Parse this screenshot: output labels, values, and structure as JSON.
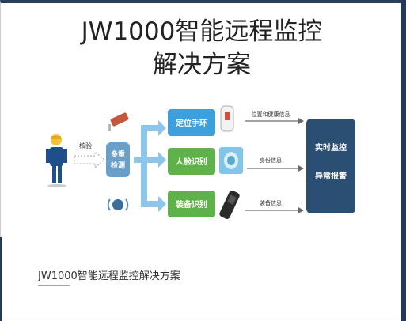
{
  "hero": {
    "title_line1": "JW1000智能远程监控",
    "title_line2": "解决方案",
    "checkin_label": "核验",
    "multi_check": [
      "多重",
      "检测"
    ],
    "method_locate": "定位手环",
    "method_face": "人脸识别",
    "method_device": "装备识别",
    "info_location": "位置和健康信息",
    "info_identity": "身份信息",
    "info_device": "装备信息",
    "monitor_realtime": "实时监控",
    "monitor_alarm": "异常报警"
  },
  "caption": "JW1000智能远程监控解决方案",
  "colors": {
    "accent_blue": "#3da0dc",
    "accent_green": "#5fb24a",
    "check_box": "#6aa0c8",
    "monitor_panel": "#2b4f72",
    "title": "#222222",
    "edge": "#1f3a5a"
  }
}
